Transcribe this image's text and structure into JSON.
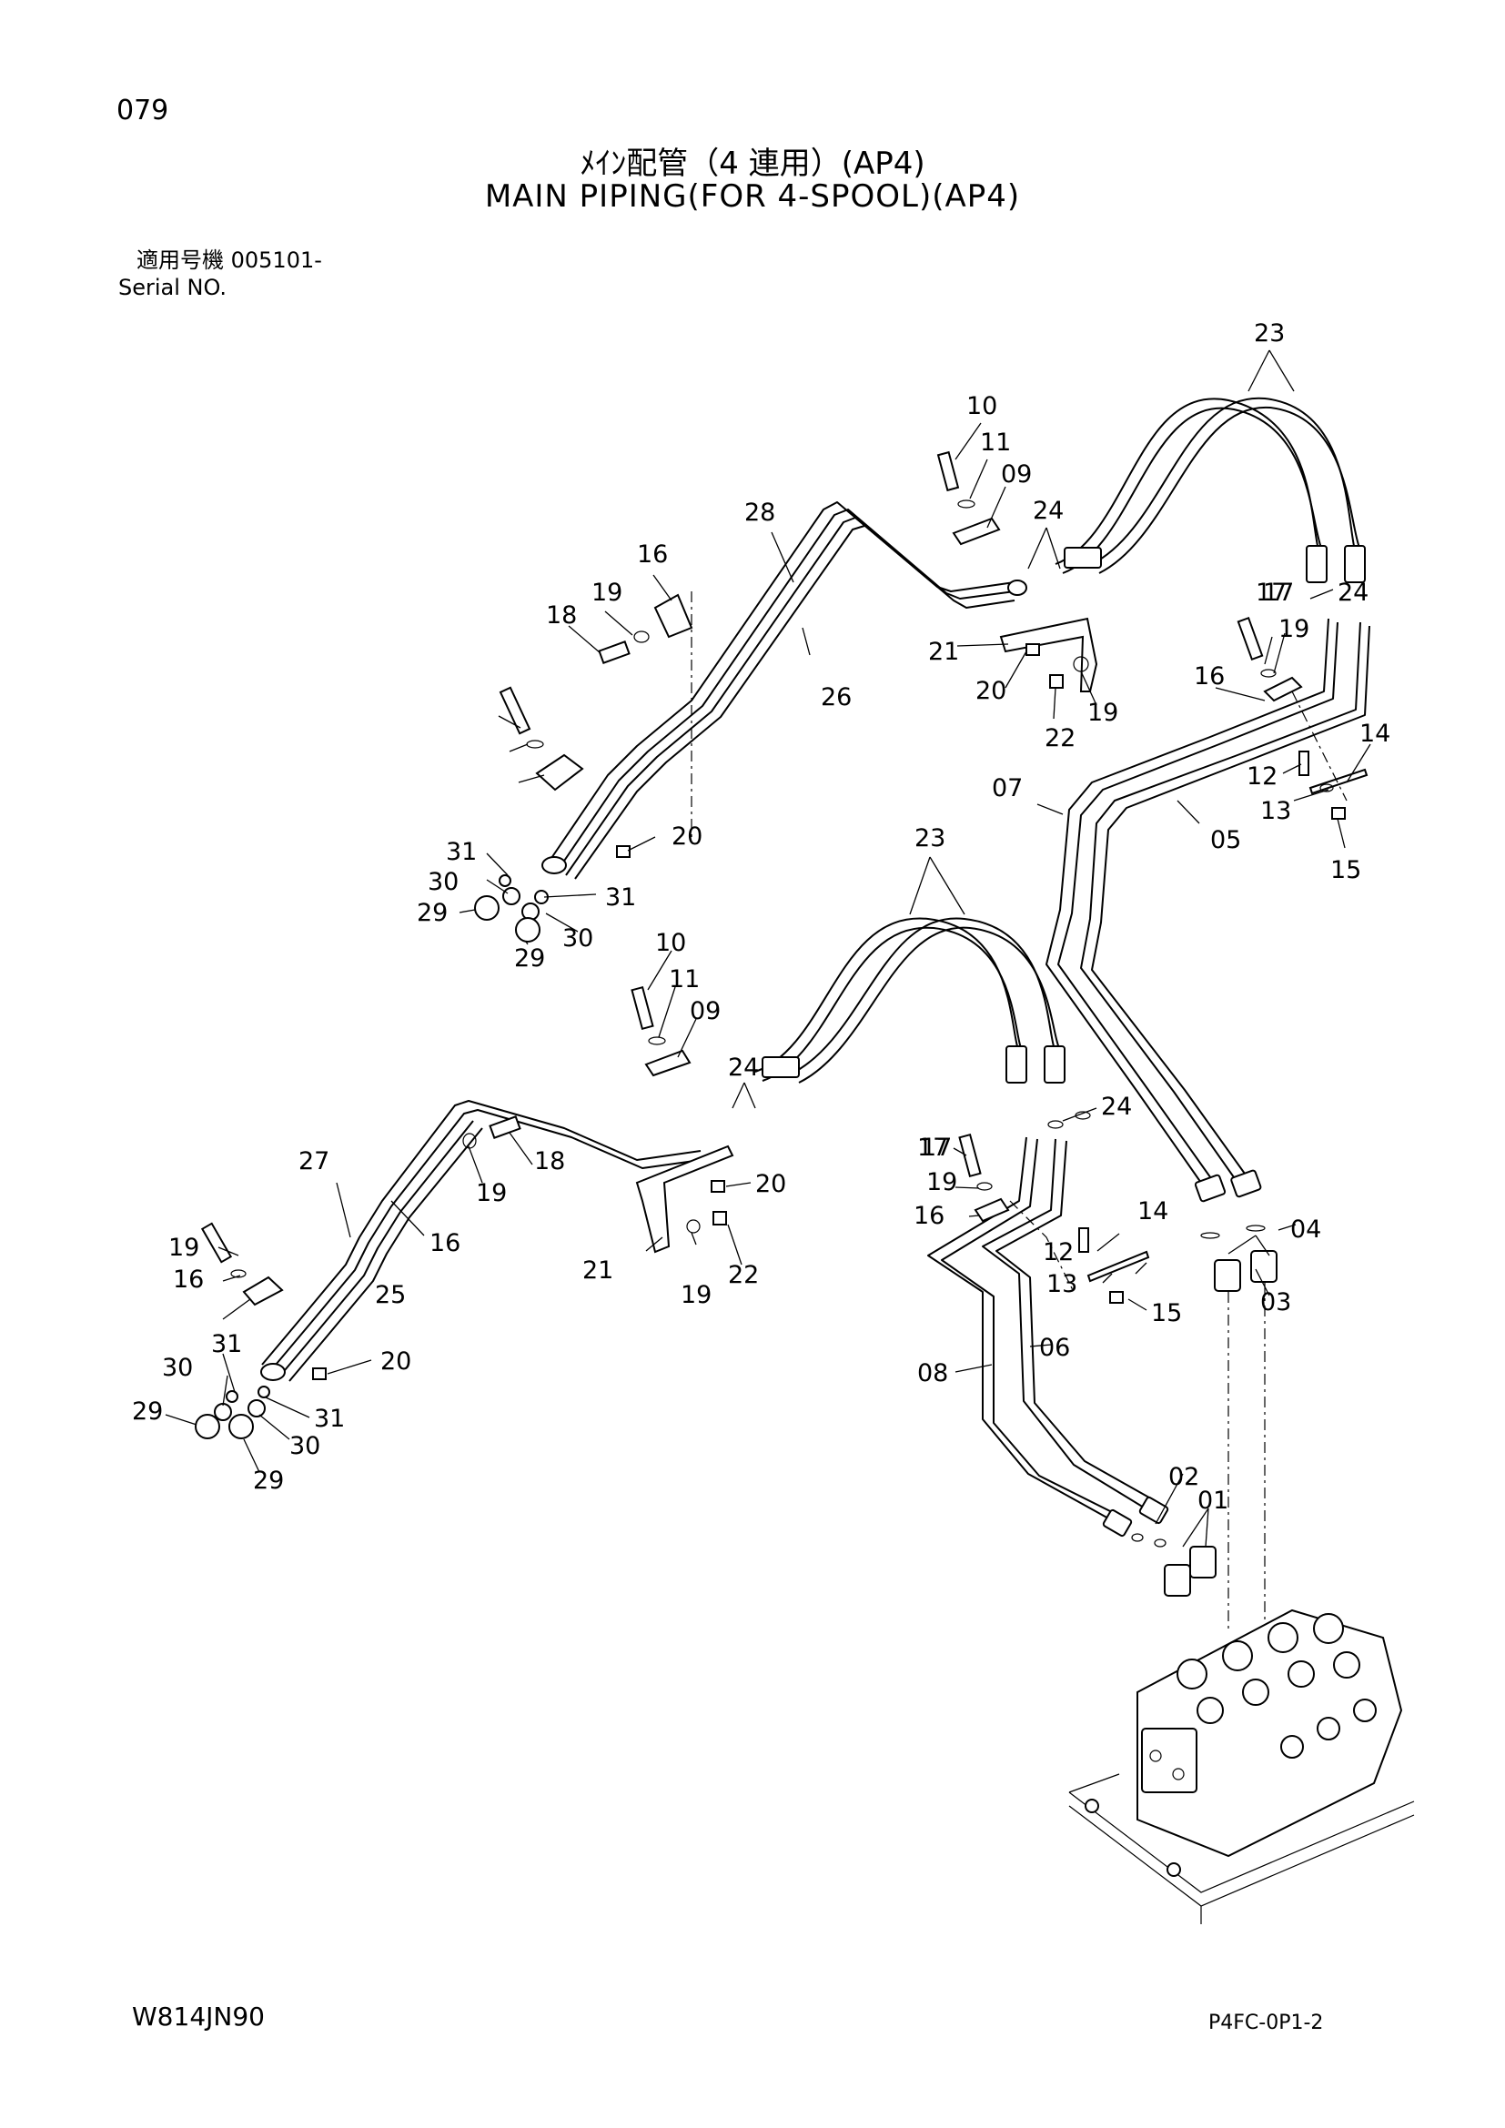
{
  "page_number": "079",
  "title_jp": "ﾒｲﾝ配管（4 連用）(AP4)",
  "title_en": "MAIN PIPING(FOR 4-SPOOL)(AP4)",
  "serial_jp": "適用号機 005101-",
  "serial_en": "Serial NO.",
  "footer_left": "W814JN90",
  "footer_right": "P4FC-0P1-2",
  "callouts": [
    "23",
    "10",
    "11",
    "09",
    "24",
    "28",
    "16",
    "19",
    "18",
    "17",
    "24",
    "21",
    "26",
    "20",
    "19",
    "22",
    "17",
    "19",
    "16",
    "07",
    "14",
    "12",
    "13",
    "05",
    "15",
    "31",
    "20",
    "30",
    "31",
    "29",
    "30",
    "29",
    "23",
    "10",
    "11",
    "09",
    "24",
    "24",
    "27",
    "18",
    "19",
    "16",
    "17",
    "20",
    "19",
    "25",
    "21",
    "22",
    "16",
    "19",
    "17",
    "19",
    "16",
    "14",
    "04",
    "12",
    "13",
    "03",
    "15",
    "06",
    "08",
    "20",
    "30",
    "31",
    "31",
    "29",
    "30",
    "29",
    "02",
    "01"
  ]
}
